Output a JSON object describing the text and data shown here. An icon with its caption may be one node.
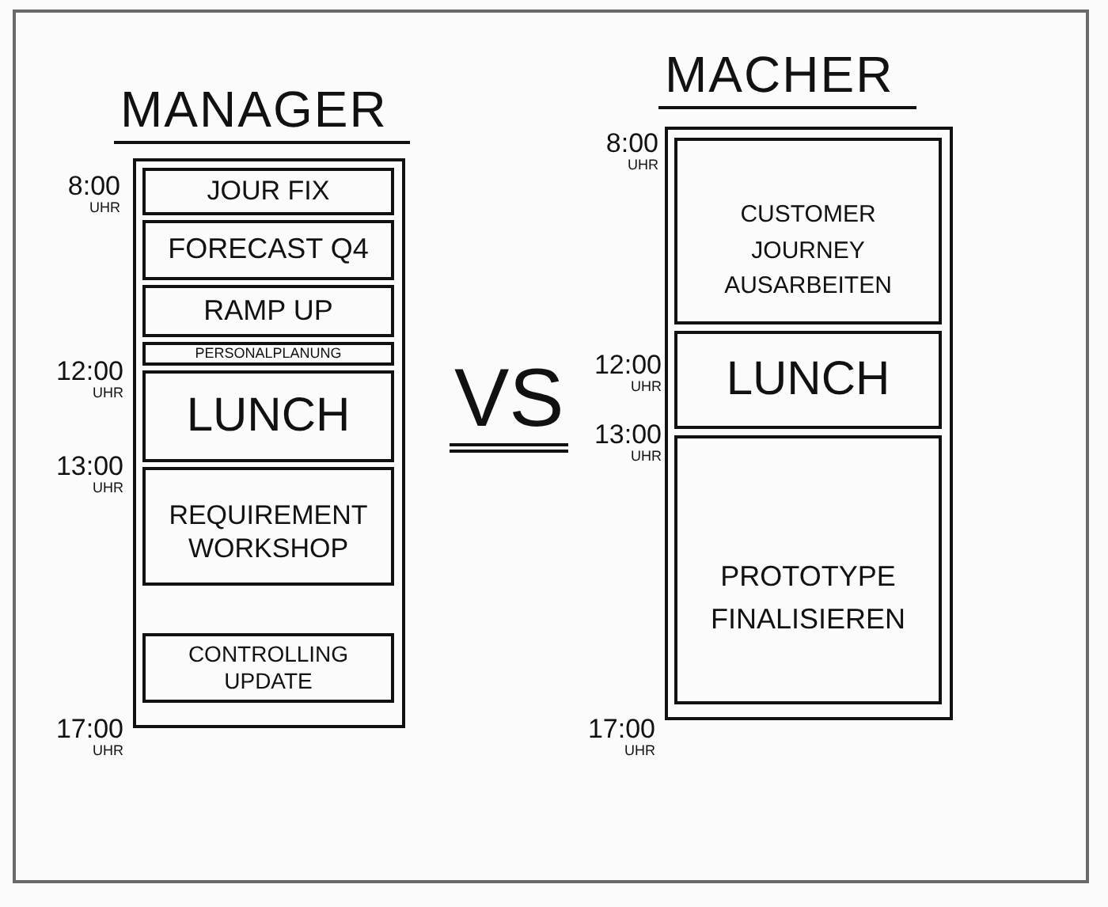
{
  "diagram": {
    "nodes": [
      {
        "text": [
          "MANAGER"
        ]
      },
      {
        "text": [
          "JOUR FIX"
        ],
        "in": 0
      },
      {
        "text": [
          "FORECAST Q4"
        ],
        "in": 0
      },
      {
        "text": [
          "RAMP UP"
        ],
        "in": 0
      },
      {
        "text": [
          "PERSONALPLANUNG"
        ],
        "in": 0
      },
      {
        "text": [
          "LUNCH"
        ],
        "in": 0
      },
      {
        "text": [
          "REQUIREMENT WORKSHOP"
        ],
        "in": 0
      },
      {
        "text": [
          "CONTROLLING UPDATE"
        ],
        "in": 0
      },
      {
        "text": [
          "MACHER"
        ]
      },
      {
        "text": [
          "CUSTOMER JOURNEY AUSARBEITEN"
        ],
        "in": 8
      },
      {
        "text": [
          "LUNCH"
        ],
        "in": 8
      },
      {
        "text": [
          "PROTOTYPE FINALISIEREN"
        ],
        "in": 8
      }
    ],
    "edges": [],
    "labels": [
      "8:00 UHR",
      "12:00 UHR",
      "13:00 UHR",
      "17:00 UHR",
      "VS",
      "8:00 UHR",
      "12:00 UHR",
      "13:00 UHR",
      "17:00 UHR"
    ]
  }
}
